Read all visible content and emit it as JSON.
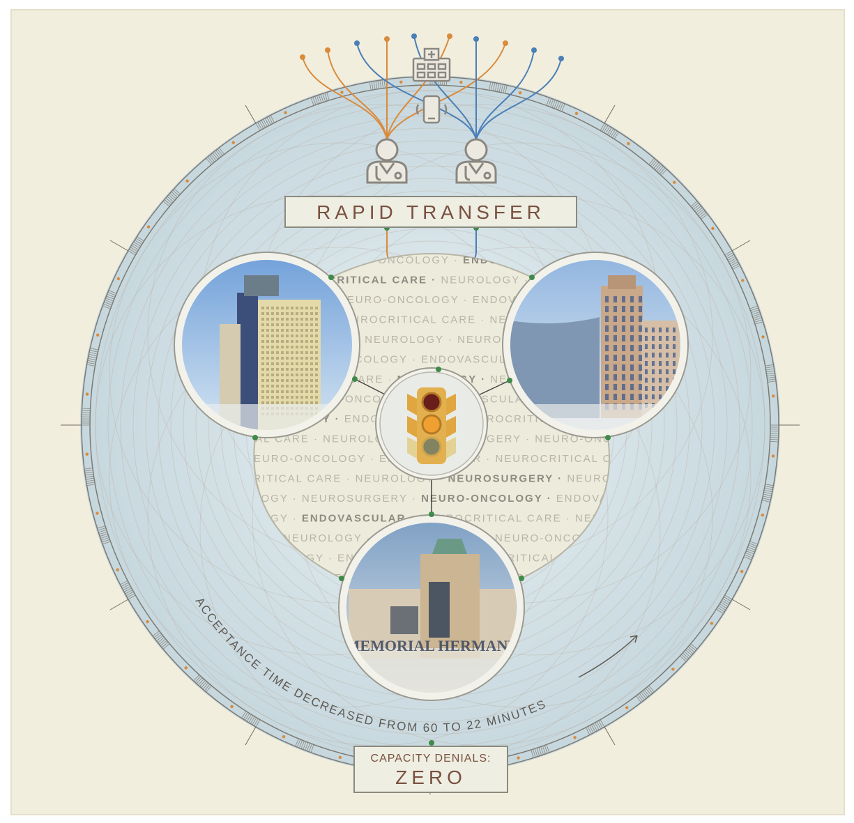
{
  "title": "RAPID TRANSFER",
  "capacity": {
    "label": "CAPACITY DENIALS:",
    "value": "ZERO"
  },
  "arc_caption": "ACCEPTANCE TIME DECREASED FROM 60 TO 22 MINUTES",
  "specialties": [
    "NEUROSURGERY",
    "NEURO-ONCOLOGY",
    "ENDOVASCULAR",
    "NEUROCRITICAL CARE",
    "NEUROLOGY"
  ],
  "building_sign": "MEMORIAL HERMANN",
  "icons": [
    "hospital-icon",
    "phone-icon",
    "doctor-icon",
    "traffic-light-icon",
    "building-photo"
  ],
  "colors": {
    "paper": "#f1eedd",
    "accent_orange": "#d98a3a",
    "accent_blue": "#4a7fb8",
    "node_green": "#3f8a4a",
    "title_text": "#7a5040",
    "ring_fill": "#dbe6ea"
  }
}
